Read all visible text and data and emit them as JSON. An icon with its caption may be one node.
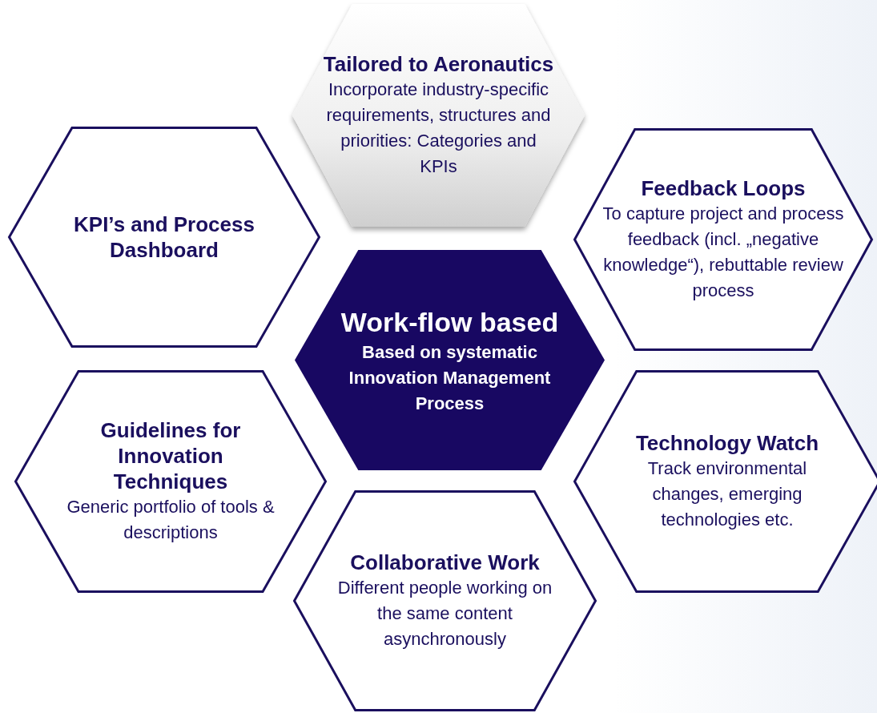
{
  "diagram": {
    "nodes": [
      {
        "text": [
          "Tailored to Aeronautics",
          "Incorporate industry-specific requirements, structures and priorities: Categories and KPIs"
        ]
      },
      {
        "text": [
          "KPI’s and Process Dashboard"
        ]
      },
      {
        "text": [
          "Feedback Loops",
          "To capture project and process feedback (incl. „negative knowledge“), rebuttable review process"
        ]
      },
      {
        "text": [
          "Work-flow based",
          "Based on systematic Innovation Management Process"
        ]
      },
      {
        "text": [
          "Guidelines for Innovation Techniques",
          "Generic portfolio of tools & descriptions"
        ]
      },
      {
        "text": [
          "Technology Watch",
          "Track environmental changes, emerging technologies etc."
        ]
      },
      {
        "text": [
          "Collaborative Work",
          "Different people working on the same content asynchronously"
        ]
      }
    ]
  }
}
